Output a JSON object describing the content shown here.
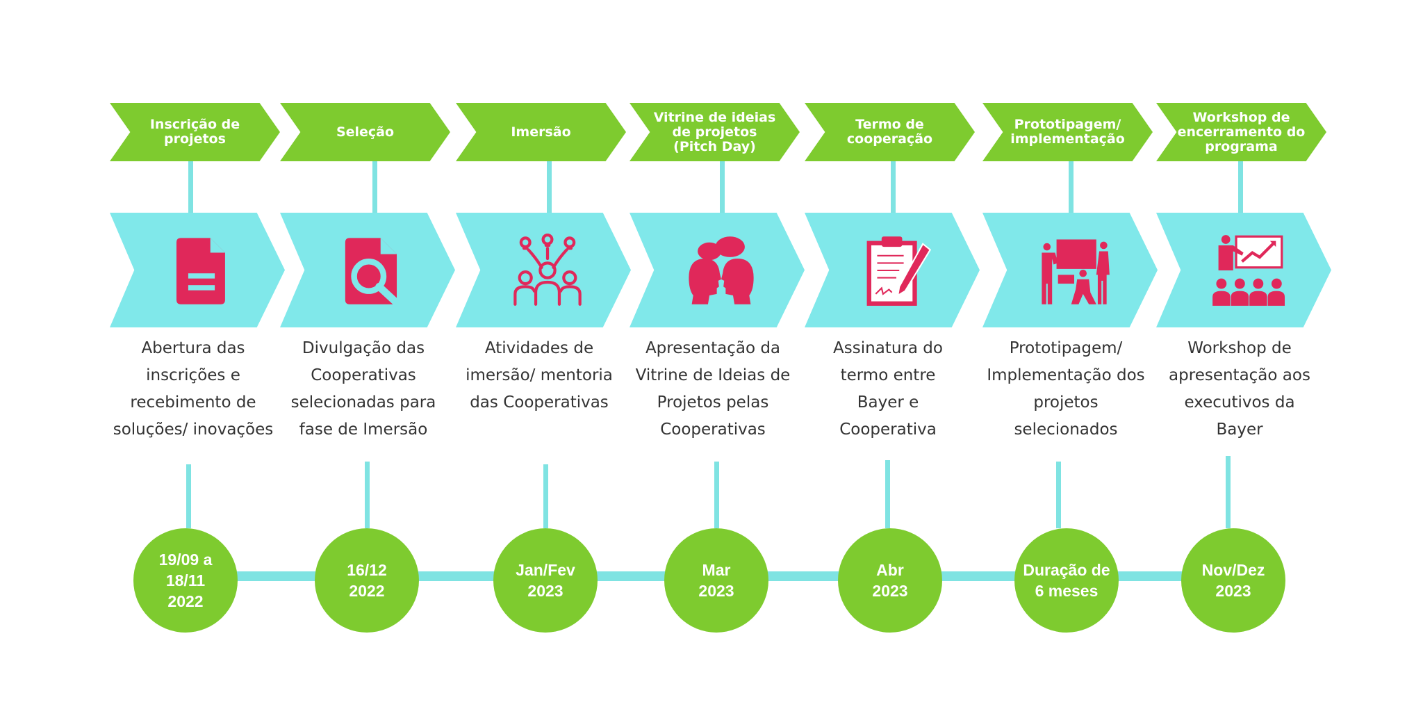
{
  "colors": {
    "green": "#7ecb2f",
    "cyan": "#80e8ea",
    "line": "#7fe3e2",
    "icon_pink": "#e0285a",
    "text": "#333333"
  },
  "steps": [
    {
      "phase": "Inscrição de\nprojetos",
      "icon": "document-icon",
      "description": "Abertura das\ninscrições e\nrecebimento de\nsoluções/ inovações",
      "date": "19/09  a\n18/11\n2022"
    },
    {
      "phase": "Seleção",
      "icon": "document-search-icon",
      "description": "Divulgação das\nCooperativas\nselecionadas para\nfase de Imersão",
      "date": "16/12\n2022"
    },
    {
      "phase": "Imersão",
      "icon": "team-ideas-icon",
      "description": "Atividades de\nimersão/ mentoria\ndas Cooperativas",
      "date": "Jan/Fev\n2023"
    },
    {
      "phase": "Vitrine de ideias\nde projetos\n(Pitch Day)",
      "icon": "conversation-heads-icon",
      "description": "Apresentação da\nVitrine de Ideias de\nProjetos pelas\nCooperativas",
      "date": "Mar\n2023"
    },
    {
      "phase": "Termo de\ncooperação",
      "icon": "clipboard-signature-icon",
      "description": "Assinatura do\ntermo entre\nBayer e\nCooperativa",
      "date": "Abr\n2023"
    },
    {
      "phase": "Prototipagem/\nimplementação",
      "icon": "prototype-team-icon",
      "description": "Prototipagem/\nImplementação dos\nprojetos\nselecionados",
      "date": "Duração de\n6 meses"
    },
    {
      "phase": "Workshop de\nencerramento do\nprograma",
      "icon": "presentation-audience-icon",
      "description": "Workshop de\napresentação aos\nexecutivos da\nBayer",
      "date": "Nov/Dez\n2023"
    }
  ]
}
